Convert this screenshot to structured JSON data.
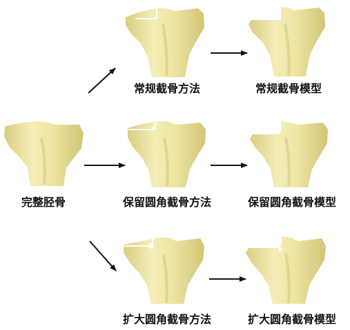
{
  "labels": {
    "intact_tibia": "完整胫骨",
    "conventional_method": "常规截骨方法",
    "conventional_model": "常规截骨模型",
    "fillet_method": "保留圆角截骨方法",
    "fillet_model": "保留圆角截骨模型",
    "enlarged_method": "扩大圆角截骨方法",
    "enlarged_model": "扩大圆角截骨模型"
  },
  "colors": {
    "bone_fill": "#ECE39E",
    "bone_highlight": "#FBF7D2",
    "bone_shadow": "#C9BE6E",
    "cut_line": "#FFFFFF",
    "arrow": "#111111"
  }
}
